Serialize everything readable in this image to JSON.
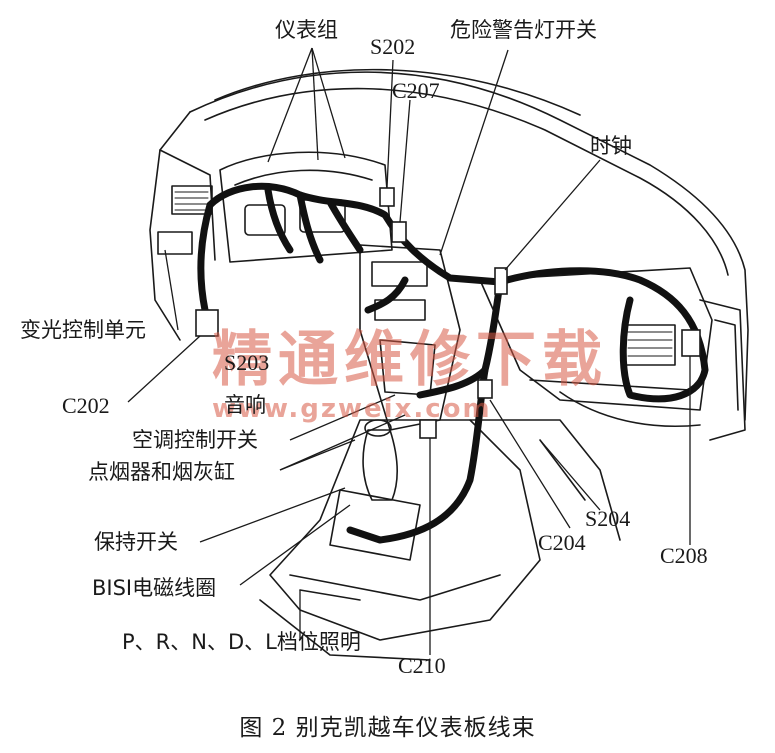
{
  "labels": {
    "cluster": "仪表组",
    "s202": "S202",
    "hazard_switch": "危险警告灯开关",
    "c207": "C207",
    "clock": "时钟",
    "dimmer_module": "变光控制单元",
    "s203": "S203",
    "audio": "音响",
    "c202": "C202",
    "hvac_switch": "空调控制开关",
    "lighter_ashtray": "点烟器和烟灰缸",
    "hold_switch": "保持开关",
    "bisi_coil": "BISI电磁线圈",
    "gear_lighting": "P、R、N、D、L档位照明",
    "c210": "C210",
    "c204": "C204",
    "s204": "S204",
    "c208": "C208"
  },
  "caption": "图 2   别克凯越车仪表板线束",
  "watermark": {
    "text_cn": "精通维修下载",
    "text_url": "www.gzweix.com"
  },
  "colors": {
    "line": "#1a1a1a",
    "harness": "#111111",
    "watermark": "#d75a46"
  }
}
